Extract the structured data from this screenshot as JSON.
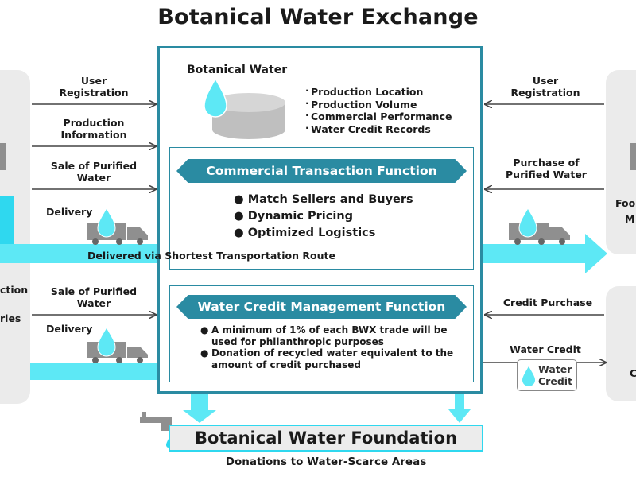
{
  "title": "Botanical Water Exchange",
  "hub": {
    "header": "Botanical Water",
    "records": [
      "Production Location",
      "Production Volume",
      "Commercial Performance",
      "Water Credit Records"
    ],
    "commercial": {
      "title": "Commercial Transaction Function",
      "items": [
        "Match Sellers and Buyers",
        "Dynamic Pricing",
        "Optimized Logistics"
      ]
    },
    "water_credit": {
      "title": "Water Credit Management Function",
      "items": [
        "A minimum of 1% of each BWX trade will be used for philanthropic purposes",
        "Donation of recycled water equivalent to the amount of credit purchased"
      ]
    }
  },
  "left_flows": {
    "user_registration": "User Registration",
    "production_information": "Production Information",
    "sale_purified_water_1": "Sale of Purified Water",
    "delivery_1": "Delivery",
    "sale_purified_water_2": "Sale of Purified Water",
    "delivery_2": "Delivery"
  },
  "right_flows": {
    "user_registration": "User Registration",
    "purchase_purified_water": "Purchase of Purified Water",
    "credit_purchase": "Credit Purchase",
    "water_credit": "Water Credit",
    "water_credit_badge": "Water Credit"
  },
  "left_panel": {
    "text_1": "ction",
    "text_2": "ries"
  },
  "right_panel": {
    "text_1": "Foo",
    "text_2": "M",
    "text_3": "C"
  },
  "shortest_route": "Delivered via Shortest Transportation Route",
  "foundation": "Botanical Water Foundation",
  "donations": "Donations to Water-Scarce Areas",
  "colors": {
    "teal": "#2a8ba2",
    "cyan": "#2fd8ef",
    "light_cyan": "#5de8f5",
    "gray": "#8f8f8f",
    "panel": "#ebebeb"
  }
}
